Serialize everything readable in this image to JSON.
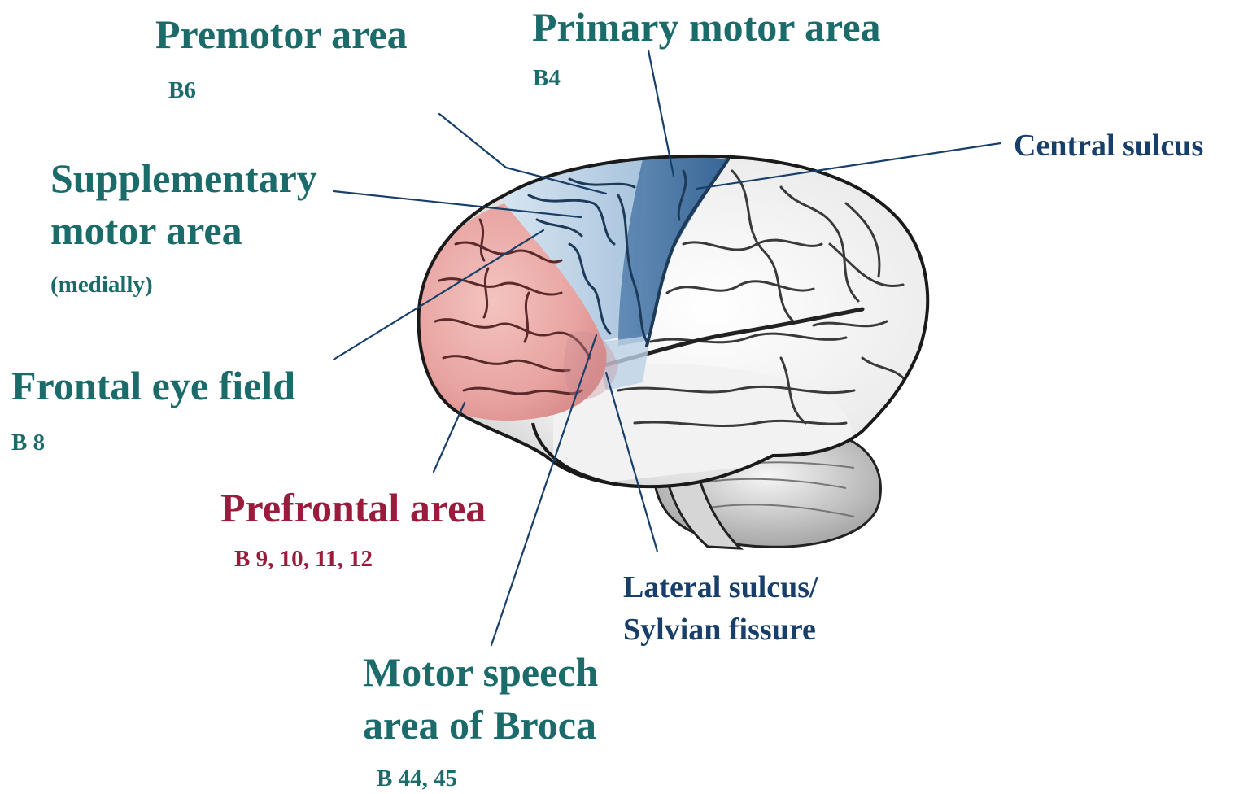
{
  "colors": {
    "motor_label": "#1b6b6b",
    "prefrontal_label": "#9a1c3c",
    "landmark_label": "#173f6a",
    "leader_line": "#173f6a",
    "prefrontal_region": "#e7a3a0",
    "premotor_region": "#c9dceb",
    "primary_motor_region": "#3f6e9e",
    "cortex_gray": "#e6e6e6"
  },
  "labels": {
    "premotor": {
      "title": "Premotor area",
      "code": "B6"
    },
    "primary_motor": {
      "title": "Primary motor area",
      "code": "B4"
    },
    "central_sulcus": {
      "title": "Central sulcus"
    },
    "supplementary": {
      "line1": "Supplementary",
      "line2": "motor area",
      "note": "(medially)"
    },
    "frontal_eye": {
      "title": "Frontal eye field",
      "code": "B 8"
    },
    "prefrontal": {
      "title": "Prefrontal area",
      "code": "B 9, 10, 11, 12"
    },
    "lateral_sulcus": {
      "line1": "Lateral sulcus/",
      "line2": "Sylvian fissure"
    },
    "broca": {
      "line1": "Motor speech",
      "line2": "area of Broca",
      "code": "B 44, 45"
    }
  }
}
